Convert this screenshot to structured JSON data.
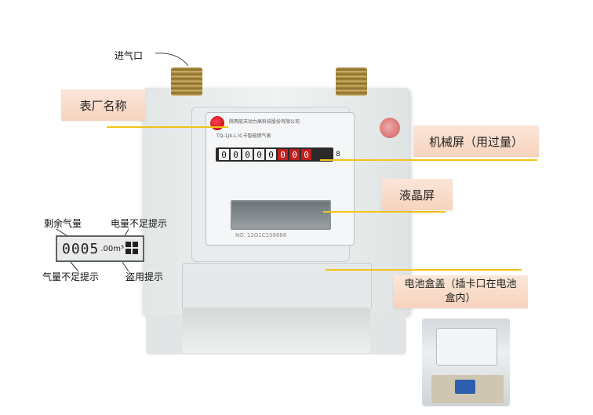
{
  "labels": {
    "inlet": "进气口",
    "manufacturer": "表厂名称",
    "mechanical_display": "机械屏（用过量）",
    "lcd_display": "液晶屏",
    "battery_cover": "电池盒盖（插卡口在电池盒内）",
    "remaining_gas": "剩余气量",
    "low_battery": "电量不足提示",
    "low_gas": "气量不足提示",
    "usage_hint": "盗用提示"
  },
  "inset": {
    "reading": "0005",
    "unit": ".00m³"
  },
  "meter": {
    "company": "陕西航天动力高科技股份有限公司",
    "model": "TQ-1J4-L IC卡智能燃气表",
    "counter_digits": [
      "0",
      "0",
      "0",
      "0",
      "0",
      "0",
      "0",
      "0"
    ],
    "counter_suffix": "8",
    "serial": "NO. 12G1C108686"
  },
  "colors": {
    "callout_bg": "#f7d3bd",
    "leader_line": "#f2c418"
  }
}
